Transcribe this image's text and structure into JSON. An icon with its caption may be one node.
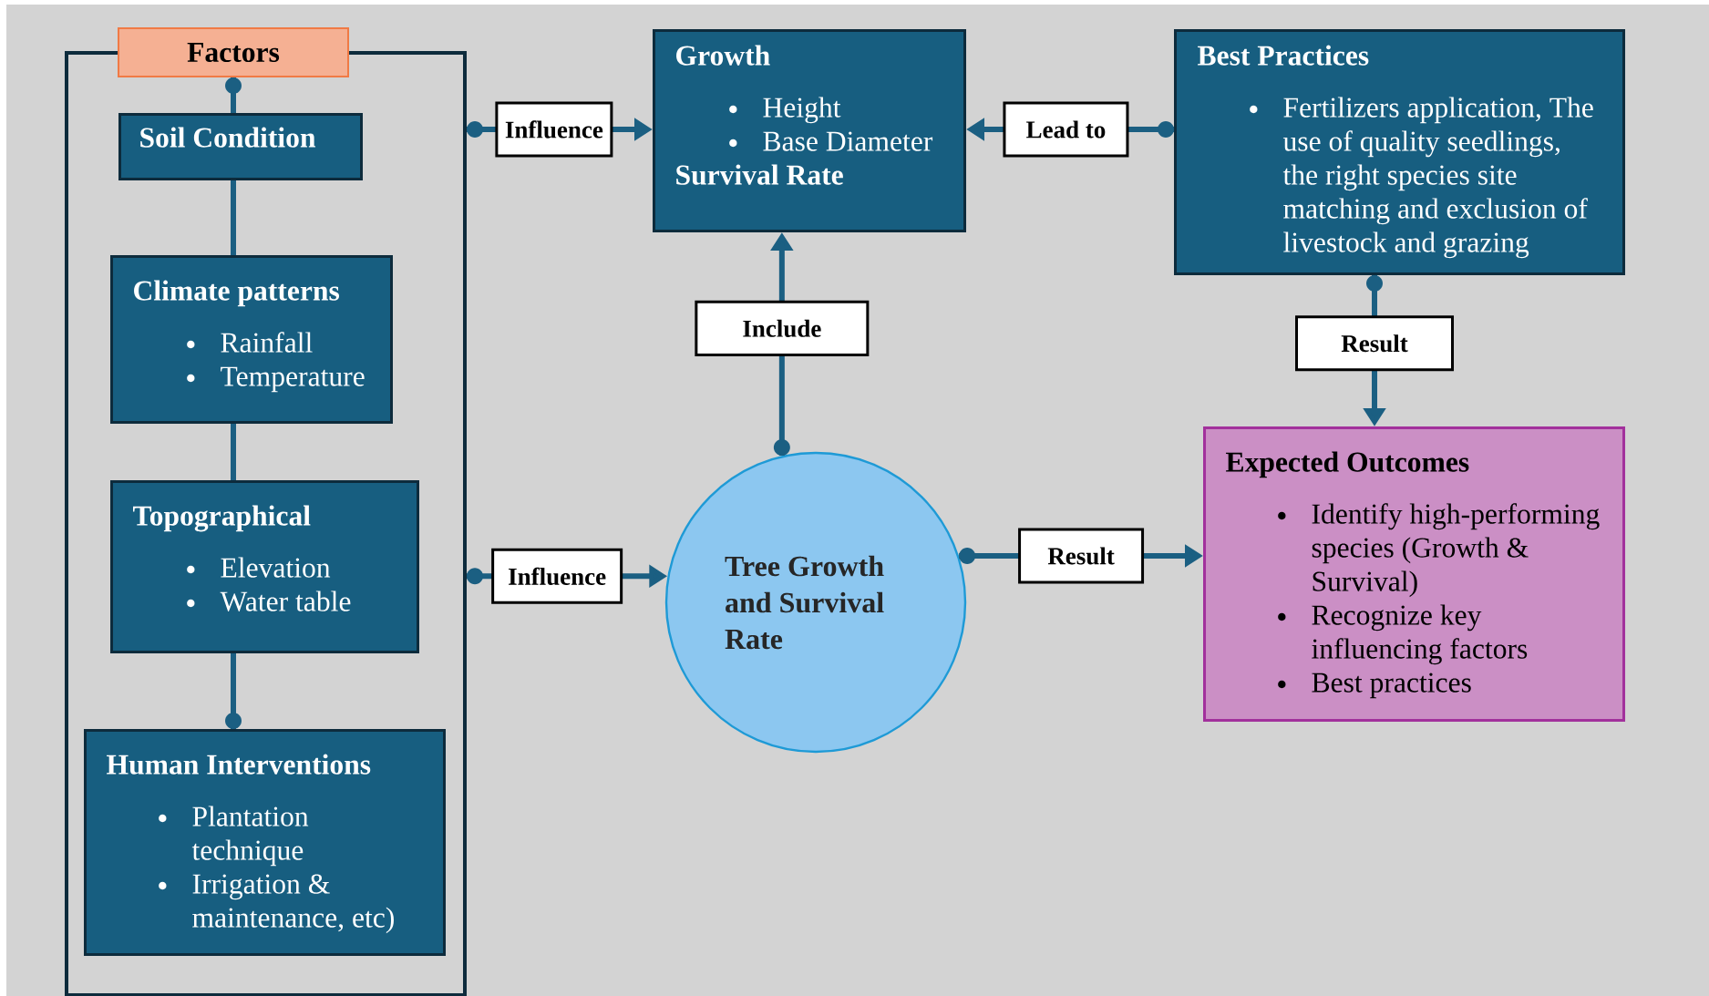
{
  "diagram": {
    "nodes": [
      {
        "text": [
          "Factors"
        ]
      },
      {
        "text": [
          "Soil Condition"
        ],
        "in": 0
      },
      {
        "text": [
          "Climate patterns",
          "Rainfall",
          "Temperature"
        ],
        "in": 0
      },
      {
        "text": [
          "Topographical",
          "Elevation",
          "Water table"
        ],
        "in": 0
      },
      {
        "text": [
          "Human Interventions",
          "Plantation technique",
          "Irrigation & maintenance, etc)"
        ],
        "in": 0
      },
      {
        "text": [
          "Growth",
          "Height",
          "Base Diameter",
          "Survival Rate"
        ]
      },
      {
        "text": [
          "Best Practices",
          "Fertilizers application, The use of quality seedlings, the right species site matching and exclusion of livestock and grazing"
        ]
      },
      {
        "text": [
          "Tree Growth and Survival Rate"
        ]
      },
      {
        "text": [
          "Expected Outcomes",
          "Identify high-performing species (Growth & Survival)",
          "Recognize key influencing factors",
          "Best practices"
        ]
      }
    ],
    "edges": [
      {
        "from": 0,
        "to": 1,
        "arrow": "other"
      },
      {
        "from": 1,
        "to": 2,
        "arrow": "none"
      },
      {
        "from": 2,
        "to": 3,
        "arrow": "none"
      },
      {
        "from": 4,
        "to": 3,
        "arrow": "other"
      },
      {
        "from": 0,
        "to": 5,
        "arrow": "to",
        "label": "Influence"
      },
      {
        "from": 6,
        "to": 5,
        "arrow": "to",
        "label": "Lead to"
      },
      {
        "from": 7,
        "to": 5,
        "arrow": "to",
        "label": "Include"
      },
      {
        "from": 0,
        "to": 7,
        "arrow": "to",
        "label": "Influence"
      },
      {
        "from": 6,
        "to": 8,
        "arrow": "to",
        "label": "Result"
      },
      {
        "from": 7,
        "to": 8,
        "arrow": "to",
        "label": "Result"
      }
    ]
  }
}
